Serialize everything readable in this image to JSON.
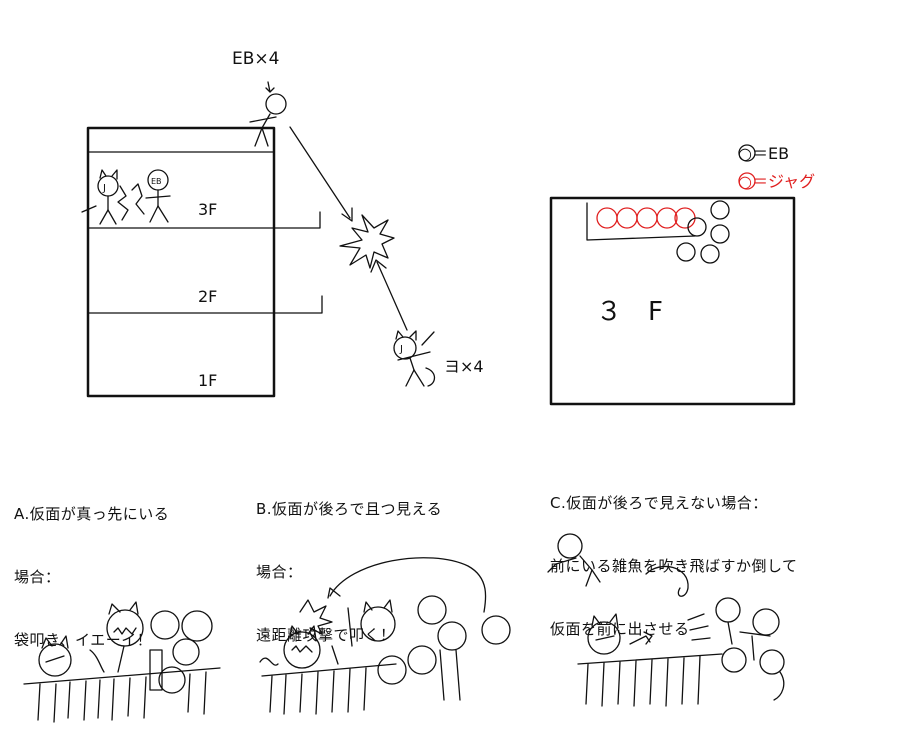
{
  "diagram1": {
    "top_label": "EB×4",
    "floor_3": "3F",
    "floor_2": "2F",
    "floor_1": "1F",
    "enemy_label": "ヨ×4",
    "mask_face": "J",
    "eb_face": "EB"
  },
  "diagram2": {
    "legend_black": "○＝EB",
    "legend_red": "○＝ジャグ",
    "floor_label": "３　F",
    "legend_red_color": "#e02020"
  },
  "notes": {
    "a": {
      "line1": "A.仮面が真っ先にいる",
      "line2": "場合：",
      "line3": "袋叩き、イエーイ！"
    },
    "b": {
      "line1": "B.仮面が後ろで且つ見える",
      "line2": "場合：",
      "line3": "遠距離攻撃で叩く！"
    },
    "c": {
      "line1": "C.仮面が後ろで見えない場合：",
      "line2": "前にいる雑魚を吹き飛ばすか倒して",
      "line3": "仮面を前に出させる"
    }
  }
}
